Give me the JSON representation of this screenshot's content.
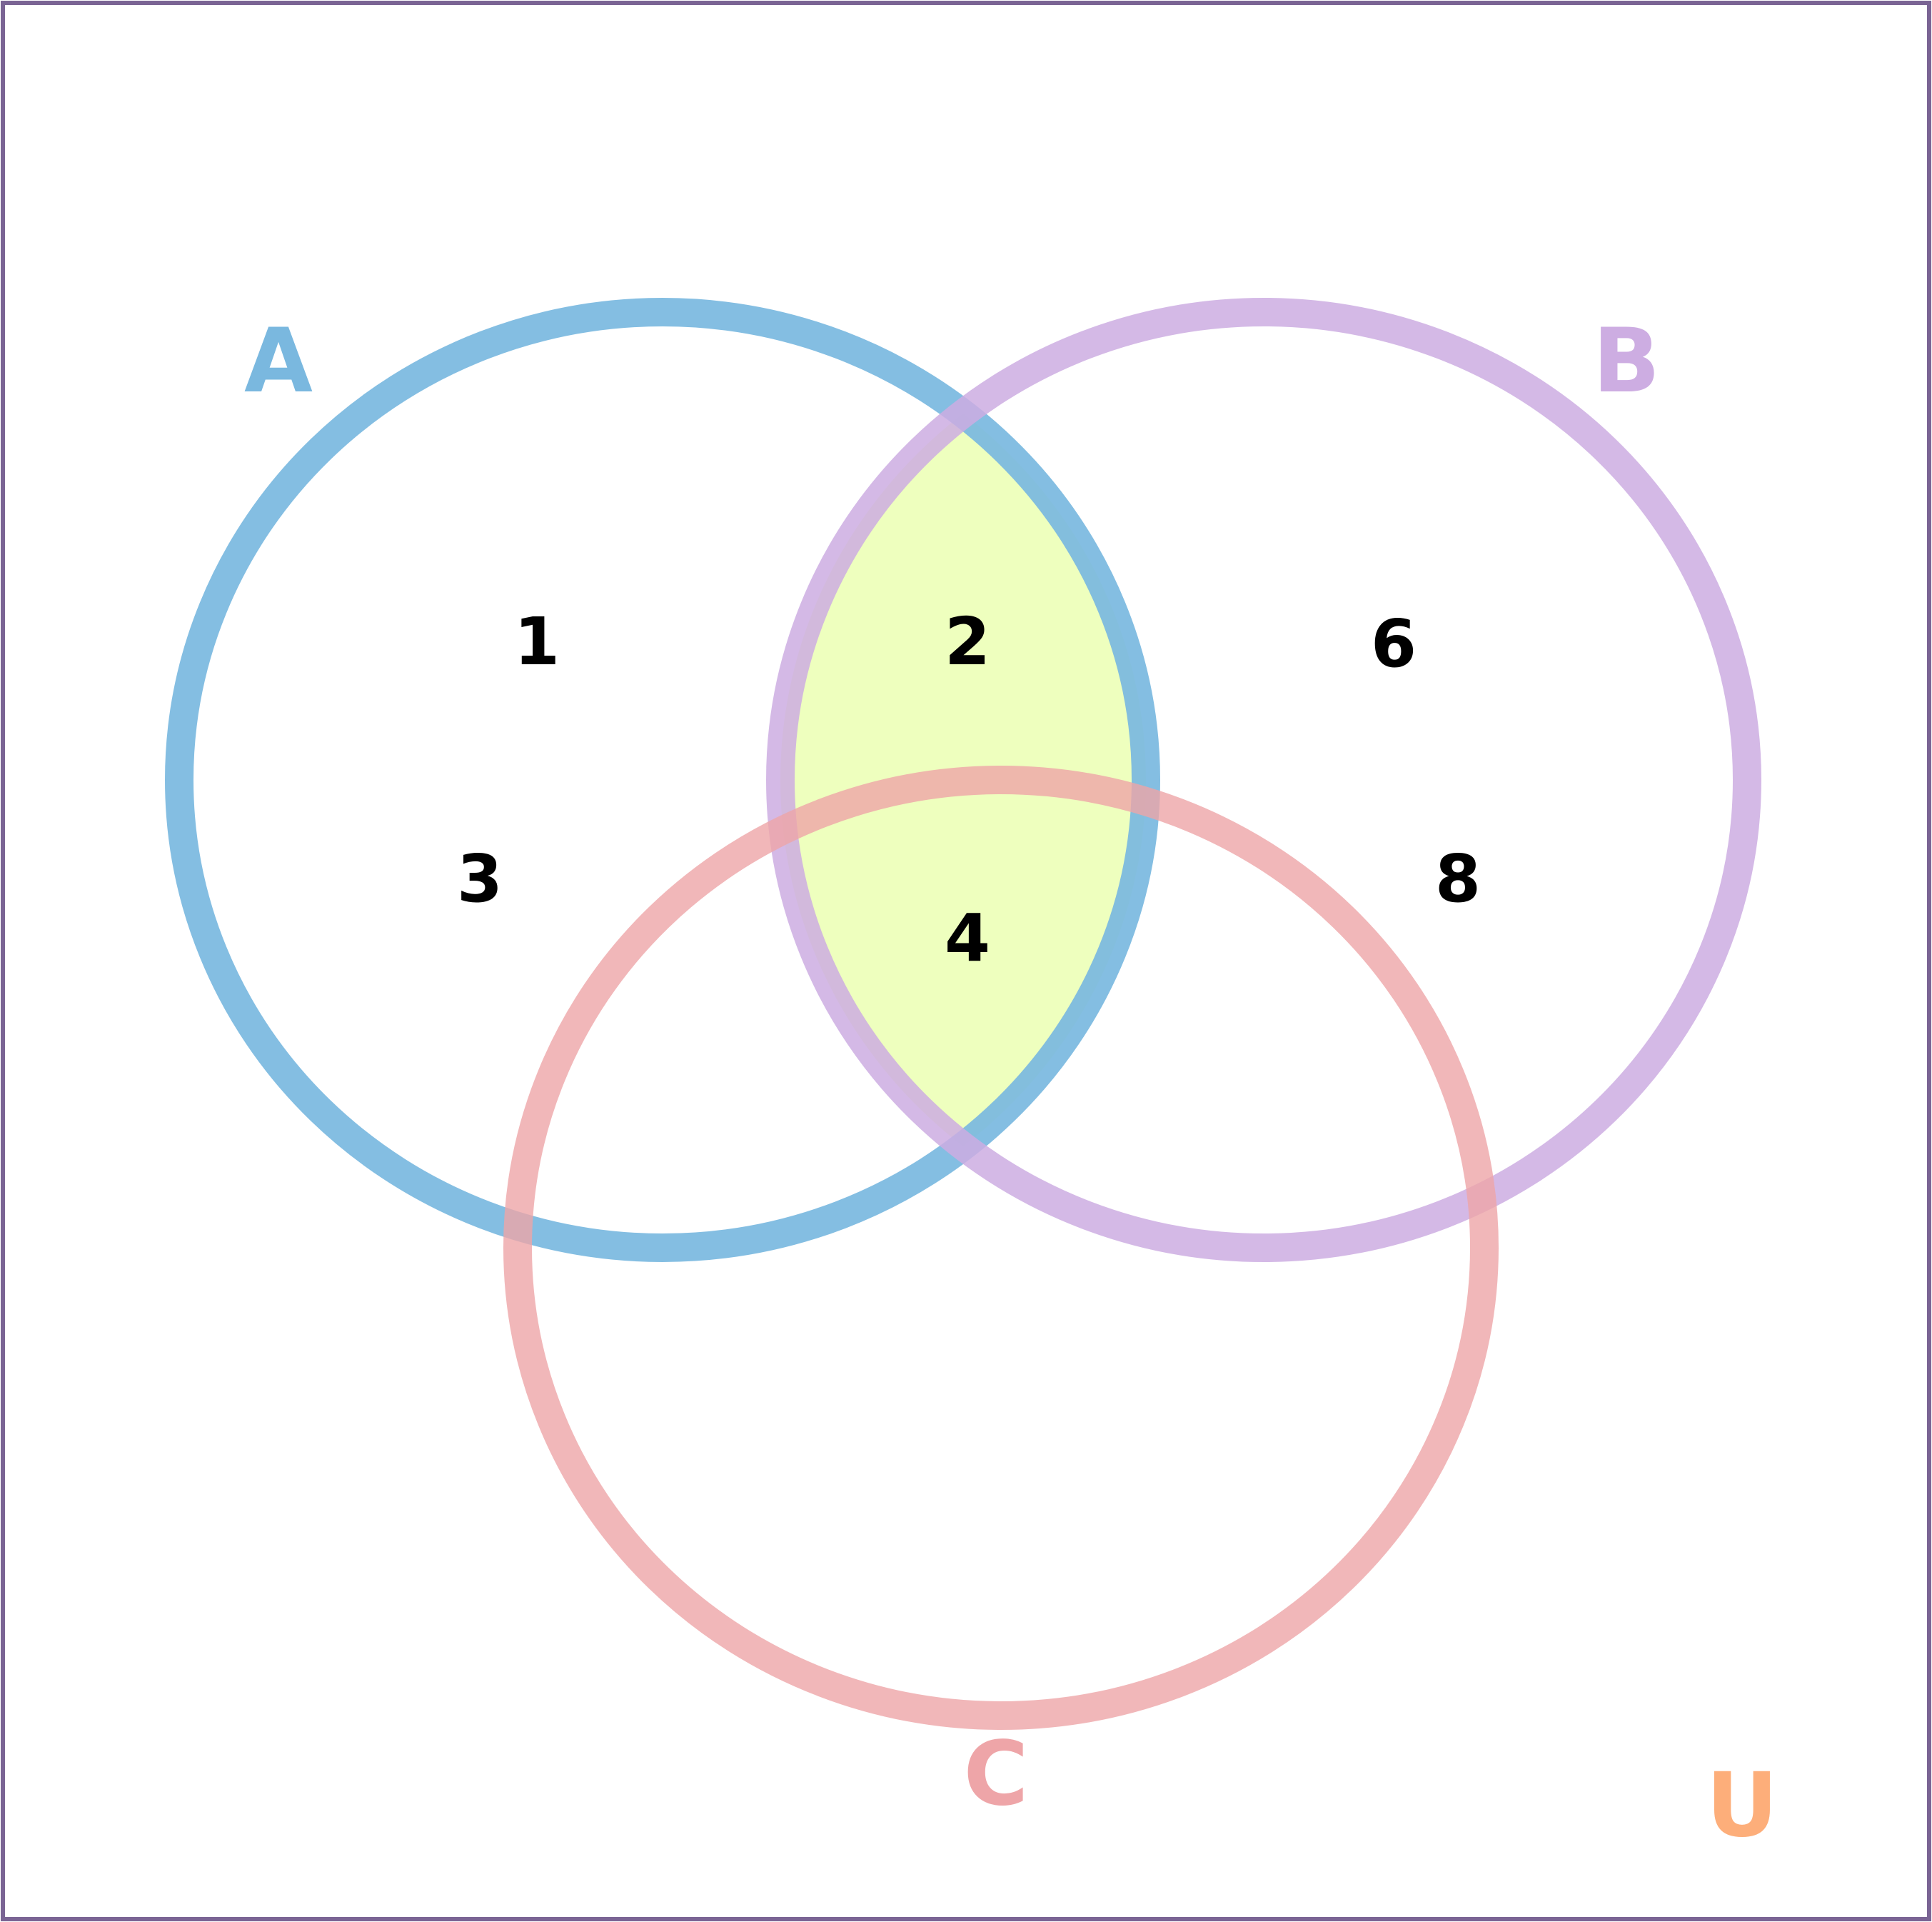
{
  "diagram": {
    "type": "venn",
    "sets": [
      {
        "name": "A",
        "color": "#7ab8df"
      },
      {
        "name": "B",
        "color": "#cdade2"
      },
      {
        "name": "C",
        "color": "#eea5a8"
      }
    ],
    "universe": {
      "name": "U",
      "color": "#fdae7a"
    },
    "regions": {
      "only_A": [
        "1",
        "3"
      ],
      "A_and_B": [
        "2"
      ],
      "only_B": [
        "6",
        "8"
      ],
      "A_and_B_and_C": [
        "4"
      ]
    },
    "highlighted_region": "A ∩ B",
    "highlight_color": "#eeffbe",
    "frame_color": "#7a6494"
  }
}
